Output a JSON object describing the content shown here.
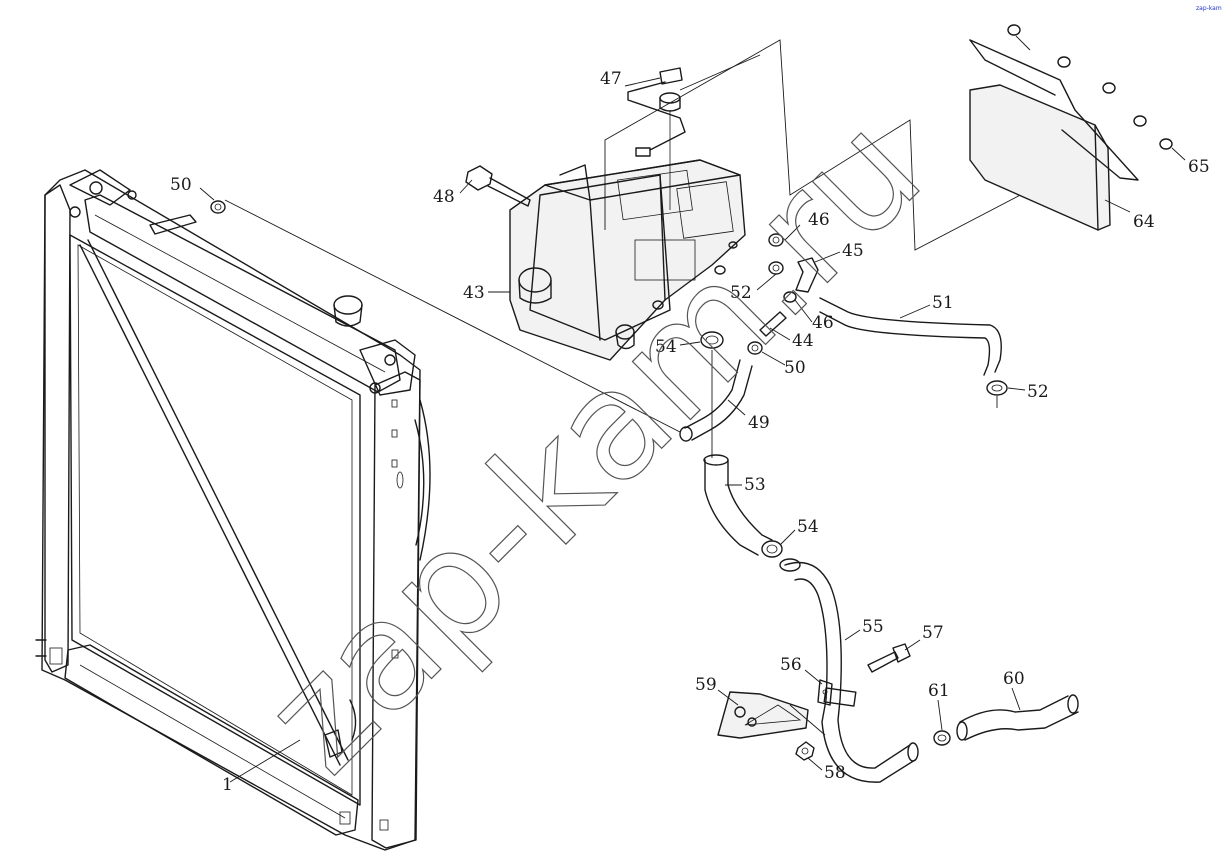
{
  "watermark": "zap-kam.ru",
  "corner_badge": "zap-kam",
  "callouts": [
    {
      "id": "c1",
      "label": "1"
    },
    {
      "id": "c43",
      "label": "43"
    },
    {
      "id": "c44",
      "label": "44"
    },
    {
      "id": "c45",
      "label": "45"
    },
    {
      "id": "c46a",
      "label": "46"
    },
    {
      "id": "c46b",
      "label": "46"
    },
    {
      "id": "c47",
      "label": "47"
    },
    {
      "id": "c48",
      "label": "48"
    },
    {
      "id": "c49",
      "label": "49"
    },
    {
      "id": "c50a",
      "label": "50"
    },
    {
      "id": "c50b",
      "label": "50"
    },
    {
      "id": "c51",
      "label": "51"
    },
    {
      "id": "c52a",
      "label": "52"
    },
    {
      "id": "c52b",
      "label": "52"
    },
    {
      "id": "c53",
      "label": "53"
    },
    {
      "id": "c54a",
      "label": "54"
    },
    {
      "id": "c54b",
      "label": "54"
    },
    {
      "id": "c55",
      "label": "55"
    },
    {
      "id": "c56",
      "label": "56"
    },
    {
      "id": "c57",
      "label": "57"
    },
    {
      "id": "c58",
      "label": "58"
    },
    {
      "id": "c59",
      "label": "59"
    },
    {
      "id": "c60",
      "label": "60"
    },
    {
      "id": "c61",
      "label": "61"
    },
    {
      "id": "c64",
      "label": "64"
    },
    {
      "id": "c65",
      "label": "65"
    }
  ]
}
